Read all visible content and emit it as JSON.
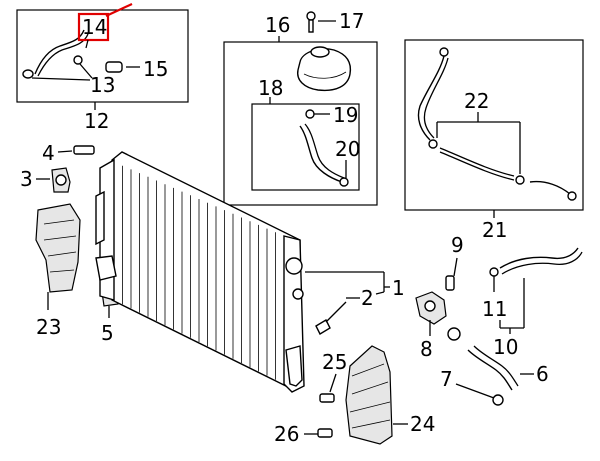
{
  "diagram": {
    "highlight_color": "#e00000",
    "callouts": {
      "c1": "1",
      "c2": "2",
      "c3": "3",
      "c4": "4",
      "c5": "5",
      "c6": "6",
      "c7": "7",
      "c8": "8",
      "c9": "9",
      "c10": "10",
      "c11": "11",
      "c12": "12",
      "c13": "13",
      "c14": "14",
      "c15": "15",
      "c16": "16",
      "c17": "17",
      "c18": "18",
      "c19": "19",
      "c20": "20",
      "c21": "21",
      "c22": "22",
      "c23": "23",
      "c24": "24",
      "c25": "25",
      "c26": "26"
    },
    "highlighted_callout": "14"
  }
}
